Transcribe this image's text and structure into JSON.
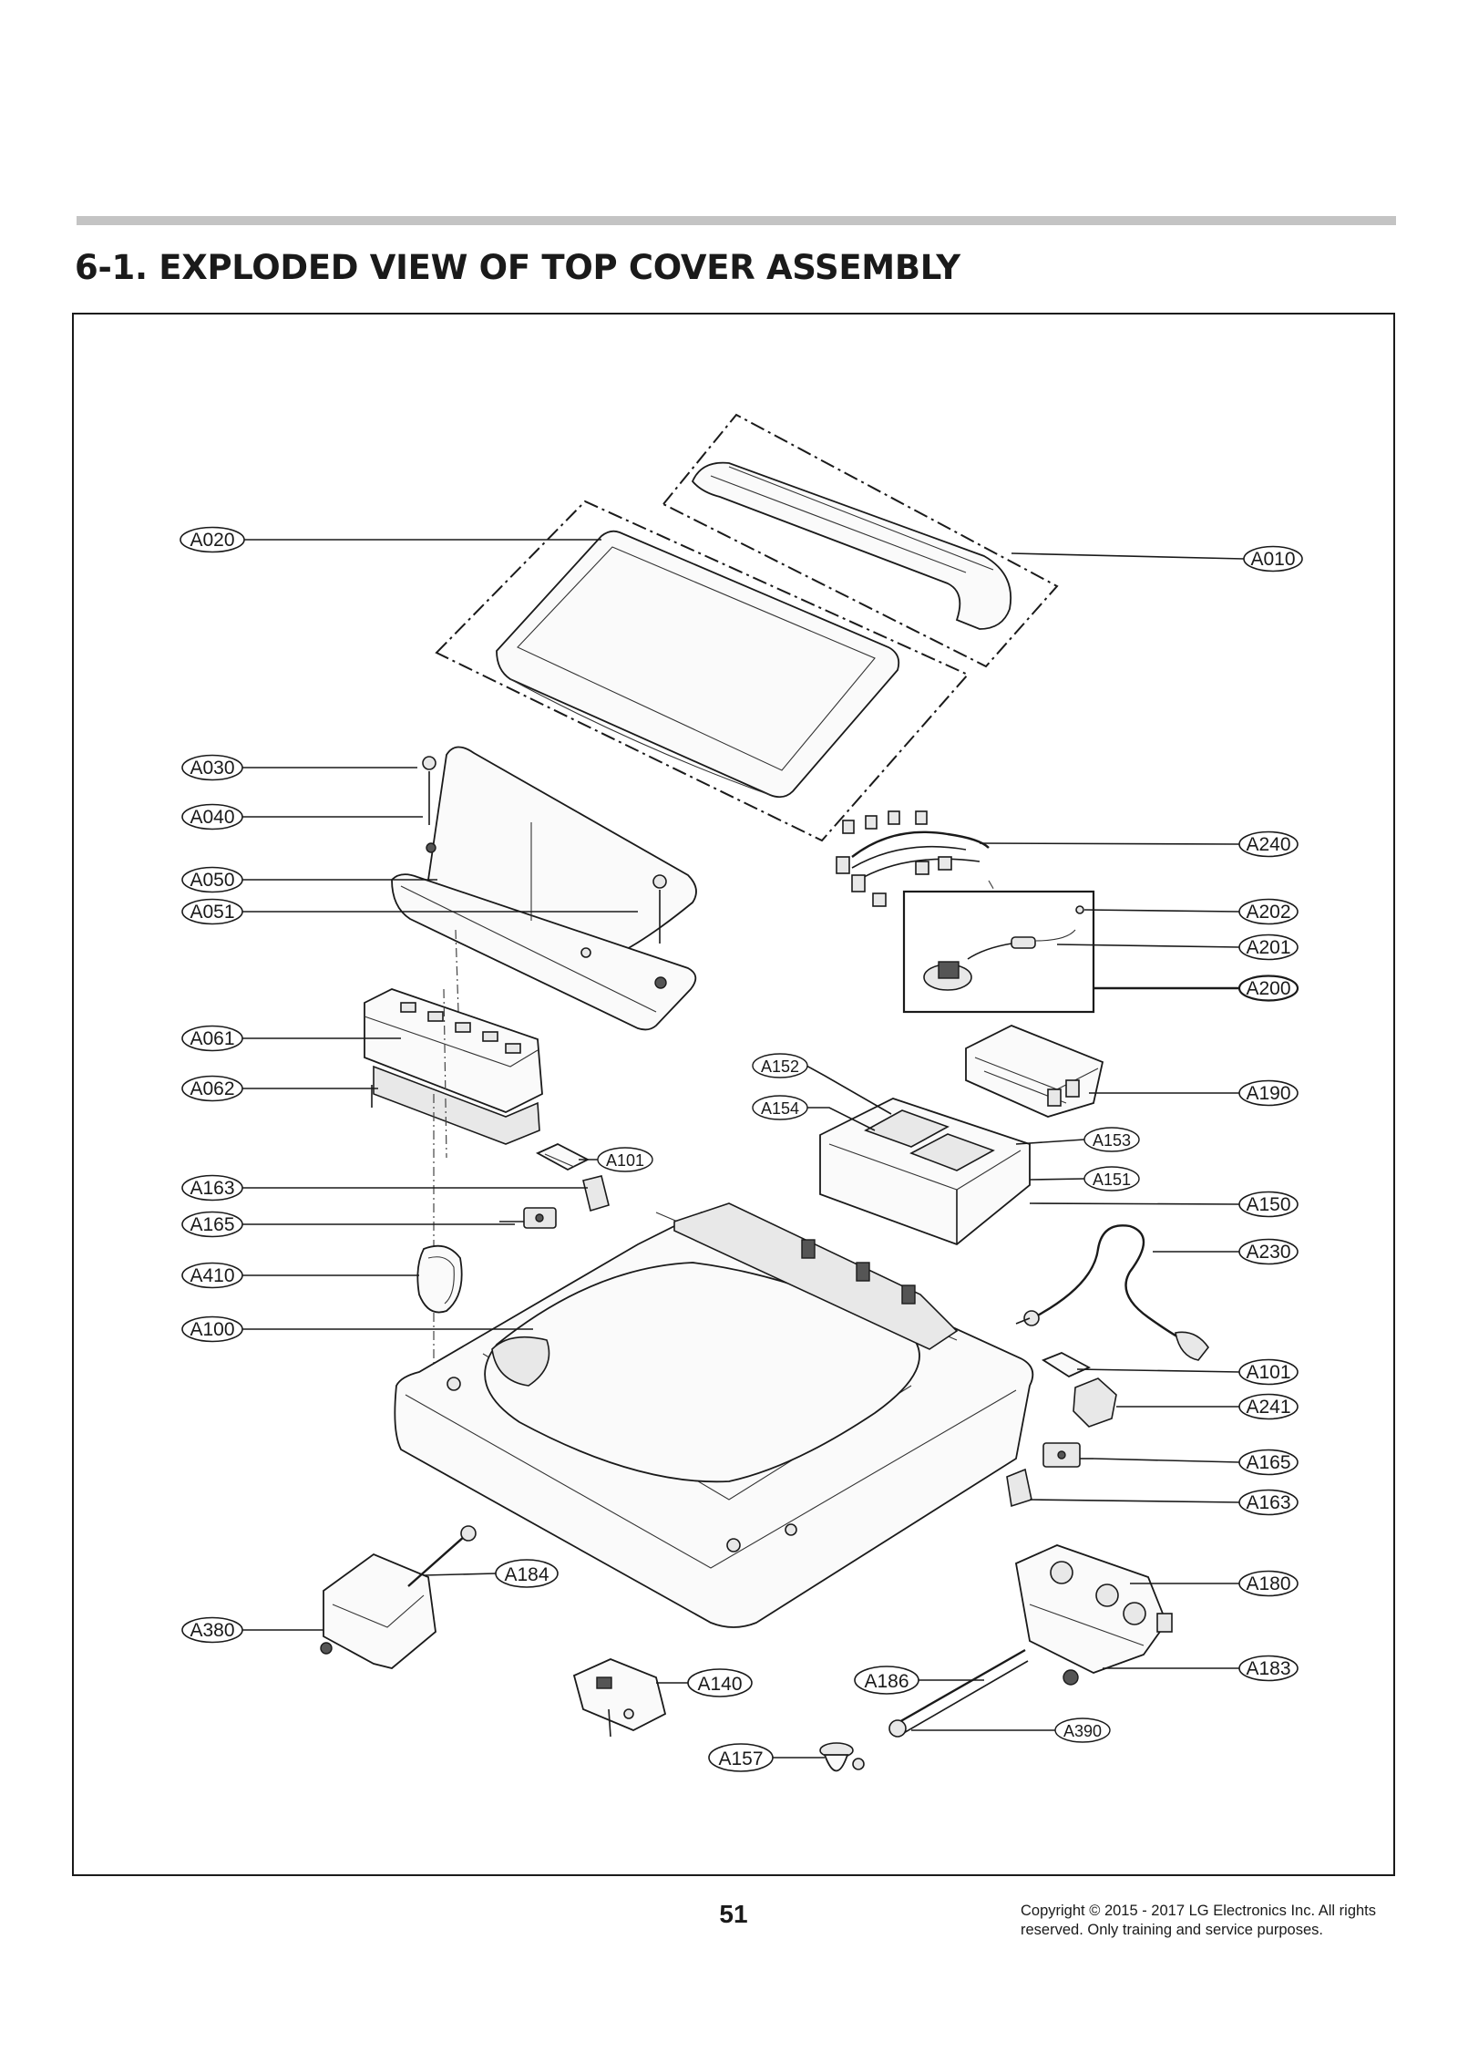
{
  "page": {
    "title": "6-1. EXPLODED VIEW OF TOP COVER ASSEMBLY",
    "page_number": "51",
    "copyright_line1": "Copyright © 2015 - 2017 LG Electronics Inc. All rights",
    "copyright_line2": "reserved. Only training and service purposes."
  },
  "callouts": [
    {
      "id": "A020",
      "label": "A020"
    },
    {
      "id": "A010",
      "label": "A010"
    },
    {
      "id": "A030",
      "label": "A030"
    },
    {
      "id": "A040",
      "label": "A040"
    },
    {
      "id": "A050",
      "label": "A050"
    },
    {
      "id": "A051",
      "label": "A051"
    },
    {
      "id": "A240",
      "label": "A240"
    },
    {
      "id": "A202",
      "label": "A202"
    },
    {
      "id": "A201",
      "label": "A201"
    },
    {
      "id": "A200",
      "label": "A200"
    },
    {
      "id": "A061",
      "label": "A061"
    },
    {
      "id": "A062",
      "label": "A062"
    },
    {
      "id": "A152",
      "label": "A152"
    },
    {
      "id": "A154",
      "label": "A154"
    },
    {
      "id": "A190",
      "label": "A190"
    },
    {
      "id": "A153",
      "label": "A153"
    },
    {
      "id": "A151",
      "label": "A151"
    },
    {
      "id": "A101a",
      "label": "A101"
    },
    {
      "id": "A163a",
      "label": "A163"
    },
    {
      "id": "A150",
      "label": "A150"
    },
    {
      "id": "A165a",
      "label": "A165"
    },
    {
      "id": "A230",
      "label": "A230"
    },
    {
      "id": "A410",
      "label": "A410"
    },
    {
      "id": "A100",
      "label": "A100"
    },
    {
      "id": "A101b",
      "label": "A101"
    },
    {
      "id": "A241",
      "label": "A241"
    },
    {
      "id": "A165b",
      "label": "A165"
    },
    {
      "id": "A163b",
      "label": "A163"
    },
    {
      "id": "A184",
      "label": "A184"
    },
    {
      "id": "A180",
      "label": "A180"
    },
    {
      "id": "A380",
      "label": "A380"
    },
    {
      "id": "A183",
      "label": "A183"
    },
    {
      "id": "A140",
      "label": "A140"
    },
    {
      "id": "A186",
      "label": "A186"
    },
    {
      "id": "A390",
      "label": "A390"
    },
    {
      "id": "A157",
      "label": "A157"
    }
  ]
}
